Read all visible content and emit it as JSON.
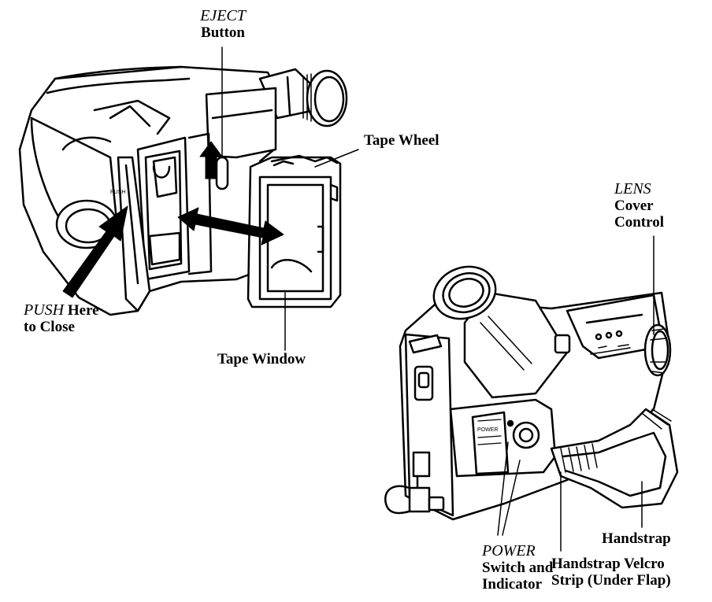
{
  "labels": {
    "eject_line1": "EJECT",
    "eject_line2": "Button",
    "tape_wheel": "Tape Wheel",
    "lens_line1": "LENS",
    "lens_line2": "Cover",
    "lens_line3": "Control",
    "push_word": "PUSH",
    "push_rest": " Here",
    "push_line2": "to Close",
    "tape_window": "Tape Window",
    "power_line1": "POWER",
    "power_line2": "Switch and",
    "power_line3": "Indicator",
    "handstrap": "Handstrap",
    "velcro_line1": "Handstrap Velcro",
    "velcro_line2": "Strip (Under Flap)"
  },
  "device_markings": {
    "push_tab": "PUSH",
    "power_panel": "POWER"
  }
}
